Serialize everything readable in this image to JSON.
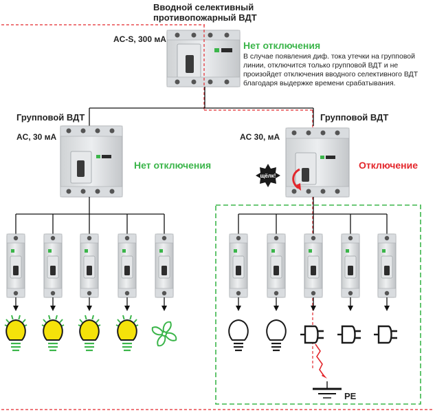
{
  "main_rcd": {
    "title_line1": "Вводной селективный",
    "title_line2": "противопожарный ВДТ",
    "rating": "AC-S, 300 мА",
    "status": "Нет отключения",
    "description": [
      "В случае появления диф. тока утечки на групповой",
      "линии, отключится только групповой ВДТ и не",
      "произойдет отключения вводного селективного ВДТ",
      "благодаря выдержке времени срабатывания."
    ]
  },
  "left_group": {
    "title": "Групповой ВДТ",
    "rating": "AC, 30 мА",
    "status": "Нет отключения",
    "loads": [
      "bulb-on",
      "bulb-on",
      "bulb-on",
      "bulb-on",
      "fan"
    ]
  },
  "right_group": {
    "title": "Групповой ВДТ",
    "rating": "AC 30, мА",
    "status": "Отключение",
    "trip_badge": "щёлк!",
    "loads": [
      "bulb-off",
      "bulb-off",
      "socket",
      "socket",
      "socket"
    ]
  },
  "ground_label": "PE",
  "colors": {
    "green": "#3bb54a",
    "red": "#e3262b",
    "bulb_yellow": "#f5e20a",
    "dashed_green": "#3bb54a"
  }
}
